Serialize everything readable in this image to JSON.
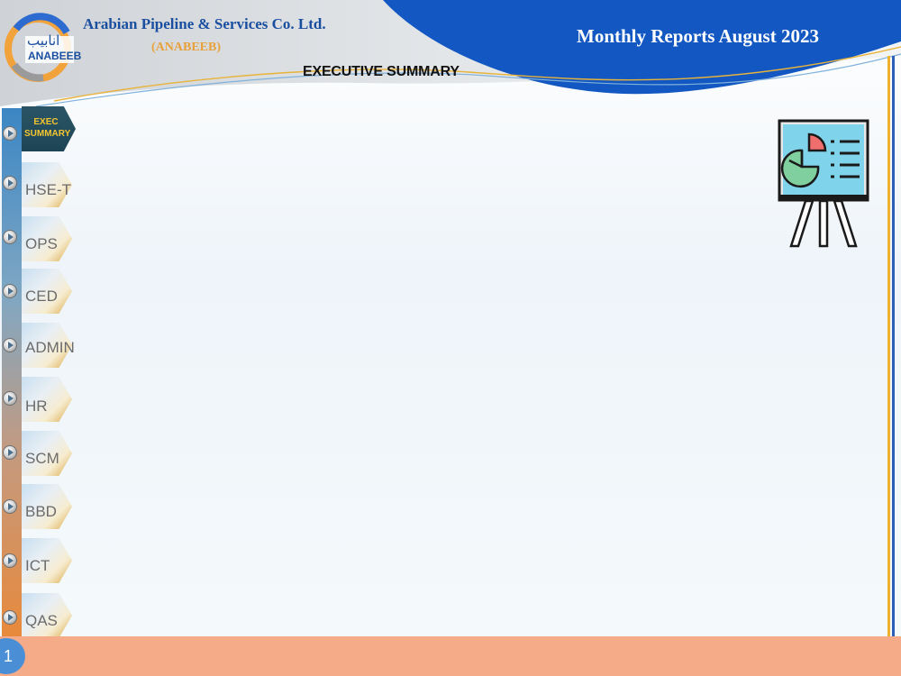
{
  "header": {
    "company_name": "Arabian Pipeline & Services Co. Ltd.",
    "company_short": "(ANABEEB)",
    "logo_arabic": "انابيب",
    "logo_text": "ANABEEB",
    "report_title": "Monthly Reports August 2023"
  },
  "page": {
    "heading": "EXECUTIVE SUMMARY",
    "number": "1"
  },
  "nav": {
    "items": [
      {
        "label": "EXEC SUMMARY",
        "active": true
      },
      {
        "label": "HSE-T"
      },
      {
        "label": "OPS"
      },
      {
        "label": "CED"
      },
      {
        "label": "ADMIN"
      },
      {
        "label": "HR"
      },
      {
        "label": "SCM"
      },
      {
        "label": "BBD"
      },
      {
        "label": "ICT"
      },
      {
        "label": "QAS"
      }
    ]
  },
  "colors": {
    "brand_blue": "#1a4fa0",
    "header_blue": "#1358c2",
    "accent_orange": "#e8a13a",
    "footer": "#f5ab87",
    "active_tab": "#1d4455"
  },
  "icons": {
    "presentation": "presentation-board-icon",
    "nav_bullet": "play-circle-icon"
  }
}
